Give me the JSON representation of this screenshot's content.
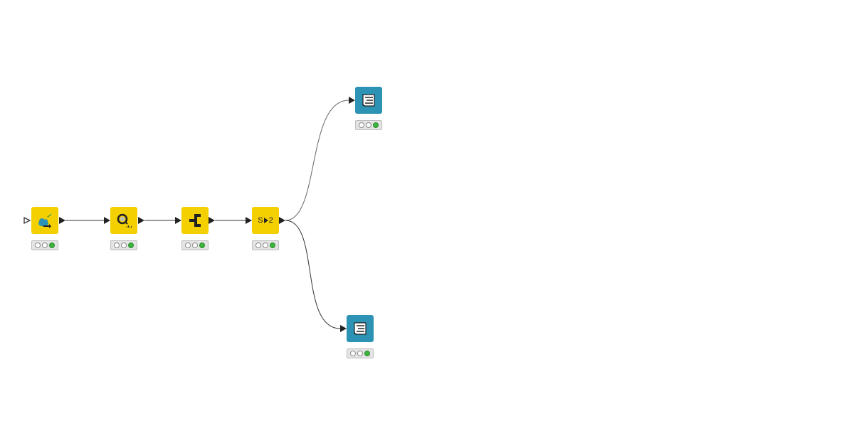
{
  "workflow": {
    "colors": {
      "source_node": "#f4d000",
      "sink_node": "#2d93b4",
      "connection": "#333333",
      "status_ok": "#3cb53c"
    },
    "nodes": [
      {
        "id": "node-1",
        "kind": "source",
        "icon": "cloud-upload-icon",
        "status": [
          "idle",
          "idle",
          "executed"
        ]
      },
      {
        "id": "node-2",
        "kind": "source",
        "icon": "magnifier-chart-icon",
        "status": [
          "idle",
          "idle",
          "executed"
        ]
      },
      {
        "id": "node-3",
        "kind": "source",
        "icon": "column-filter-icon",
        "status": [
          "idle",
          "idle",
          "executed"
        ]
      },
      {
        "id": "node-4",
        "kind": "source",
        "icon": "splitter-icon",
        "label_left": "S",
        "label_right": "2",
        "status": [
          "idle",
          "idle",
          "executed"
        ]
      },
      {
        "id": "node-5",
        "kind": "sink",
        "icon": "table-writer-icon",
        "status": [
          "idle",
          "idle",
          "executed"
        ]
      },
      {
        "id": "node-6",
        "kind": "sink",
        "icon": "table-writer-icon",
        "status": [
          "idle",
          "idle",
          "executed"
        ]
      }
    ],
    "connections": [
      {
        "from": "node-1",
        "to": "node-2"
      },
      {
        "from": "node-2",
        "to": "node-3"
      },
      {
        "from": "node-3",
        "to": "node-4"
      },
      {
        "from": "node-4",
        "to": "node-5"
      },
      {
        "from": "node-4",
        "to": "node-6"
      }
    ]
  }
}
